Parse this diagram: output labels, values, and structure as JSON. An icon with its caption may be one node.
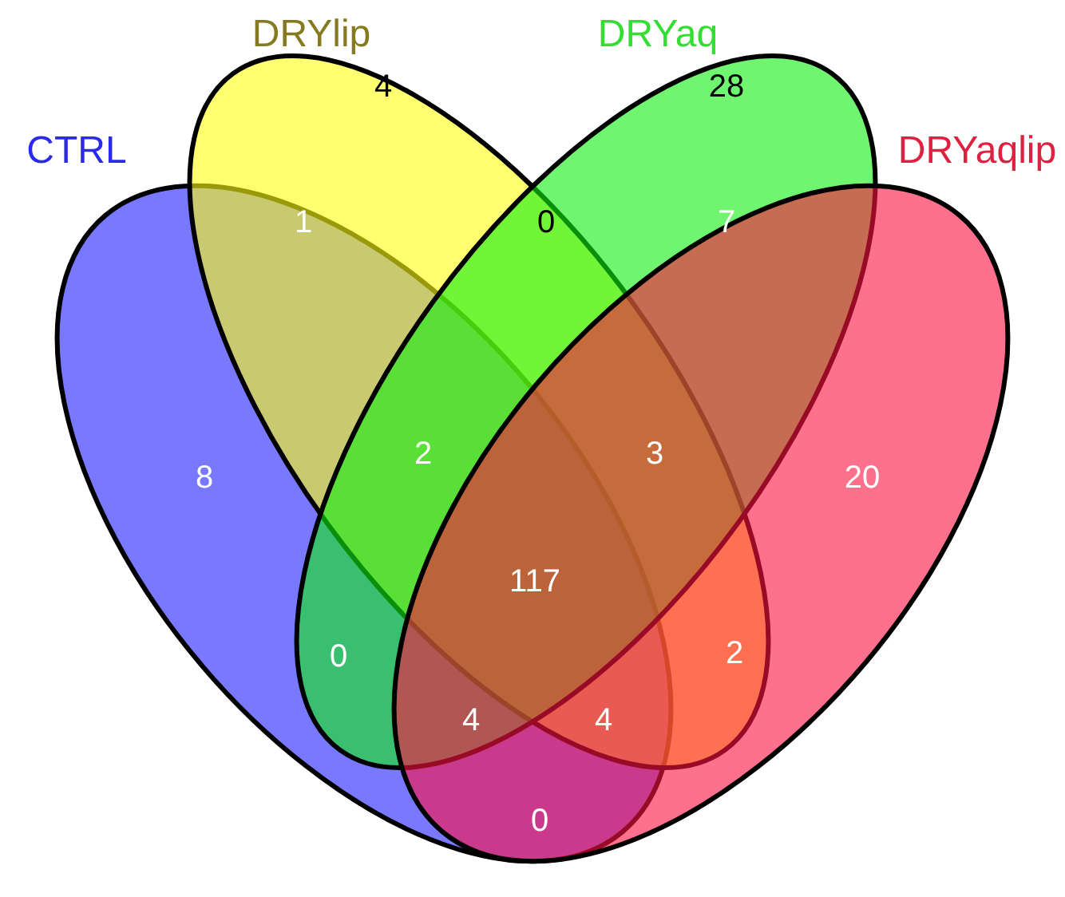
{
  "diagram": {
    "nodes": [
      {
        "text": [
          "CTRL"
        ]
      },
      {
        "text": [
          "DRYlip"
        ]
      },
      {
        "text": [
          "DRYaq"
        ]
      },
      {
        "text": [
          "DRYaqlip"
        ]
      }
    ],
    "labels": [
      "4",
      "28",
      "1",
      "0",
      "7",
      "8",
      "2",
      "3",
      "20",
      "117",
      "0",
      "2",
      "4",
      "4",
      "0"
    ]
  }
}
